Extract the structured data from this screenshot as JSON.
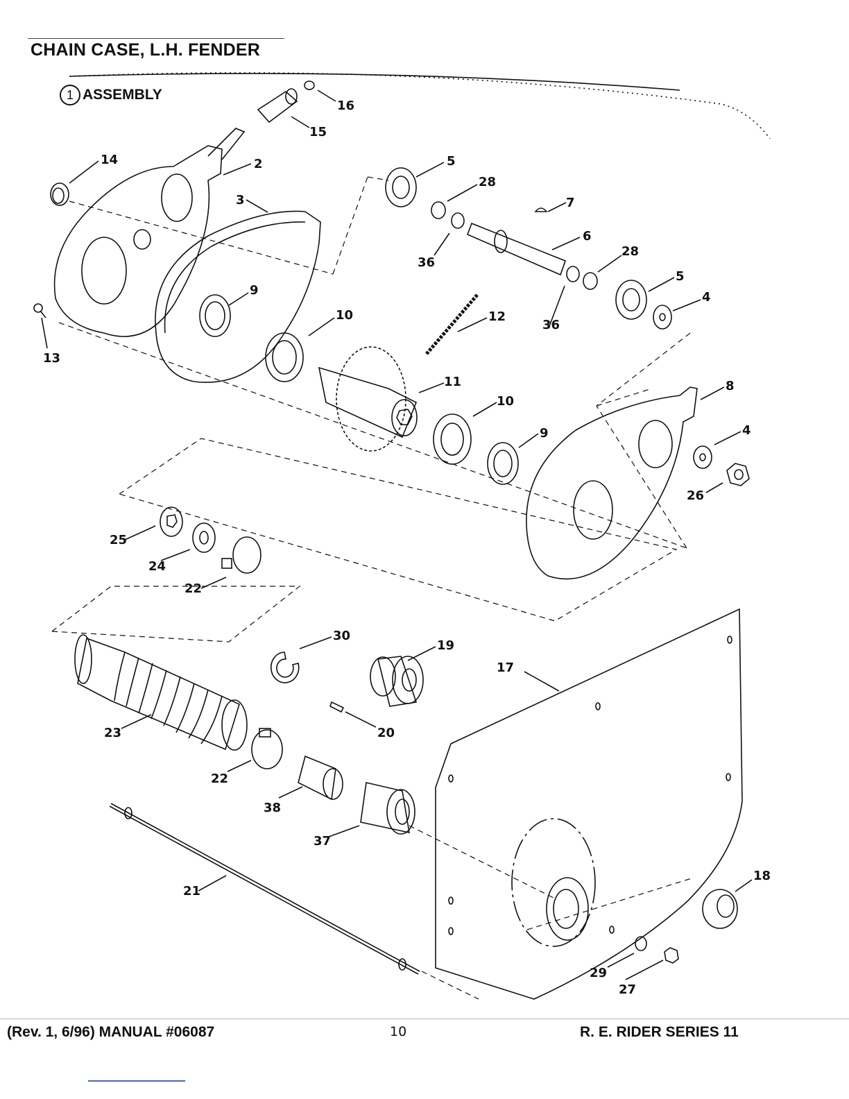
{
  "header": {
    "title": "CHAIN CASE, L.H. FENDER",
    "assembly_number": "1",
    "assembly_label": "ASSEMBLY"
  },
  "callouts": [
    {
      "id": "c16",
      "text": "16"
    },
    {
      "id": "c15",
      "text": "15"
    },
    {
      "id": "c14",
      "text": "14"
    },
    {
      "id": "c2",
      "text": "2"
    },
    {
      "id": "c3",
      "text": "3"
    },
    {
      "id": "c5a",
      "text": "5"
    },
    {
      "id": "c28a",
      "text": "28"
    },
    {
      "id": "c7",
      "text": "7"
    },
    {
      "id": "c6",
      "text": "6"
    },
    {
      "id": "c36a",
      "text": "36"
    },
    {
      "id": "c28b",
      "text": "28"
    },
    {
      "id": "c5b",
      "text": "5"
    },
    {
      "id": "c4a",
      "text": "4"
    },
    {
      "id": "c9a",
      "text": "9"
    },
    {
      "id": "c13",
      "text": "13"
    },
    {
      "id": "c10a",
      "text": "10"
    },
    {
      "id": "c12",
      "text": "12"
    },
    {
      "id": "c36b",
      "text": "36"
    },
    {
      "id": "c11",
      "text": "11"
    },
    {
      "id": "c8",
      "text": "8"
    },
    {
      "id": "c10b",
      "text": "10"
    },
    {
      "id": "c9b",
      "text": "9"
    },
    {
      "id": "c4b",
      "text": "4"
    },
    {
      "id": "c26",
      "text": "26"
    },
    {
      "id": "c25",
      "text": "25"
    },
    {
      "id": "c24",
      "text": "24"
    },
    {
      "id": "c22a",
      "text": "22"
    },
    {
      "id": "c30",
      "text": "30"
    },
    {
      "id": "c19",
      "text": "19"
    },
    {
      "id": "c17",
      "text": "17"
    },
    {
      "id": "c20",
      "text": "20"
    },
    {
      "id": "c23",
      "text": "23"
    },
    {
      "id": "c22b",
      "text": "22"
    },
    {
      "id": "c38",
      "text": "38"
    },
    {
      "id": "c37",
      "text": "37"
    },
    {
      "id": "c18",
      "text": "18"
    },
    {
      "id": "c21",
      "text": "21"
    },
    {
      "id": "c29",
      "text": "29"
    },
    {
      "id": "c27",
      "text": "27"
    }
  ],
  "footer": {
    "left": "(Rev. 1, 6/96) MANUAL #06087",
    "page": "10",
    "right": "R. E. RIDER SERIES 11"
  }
}
